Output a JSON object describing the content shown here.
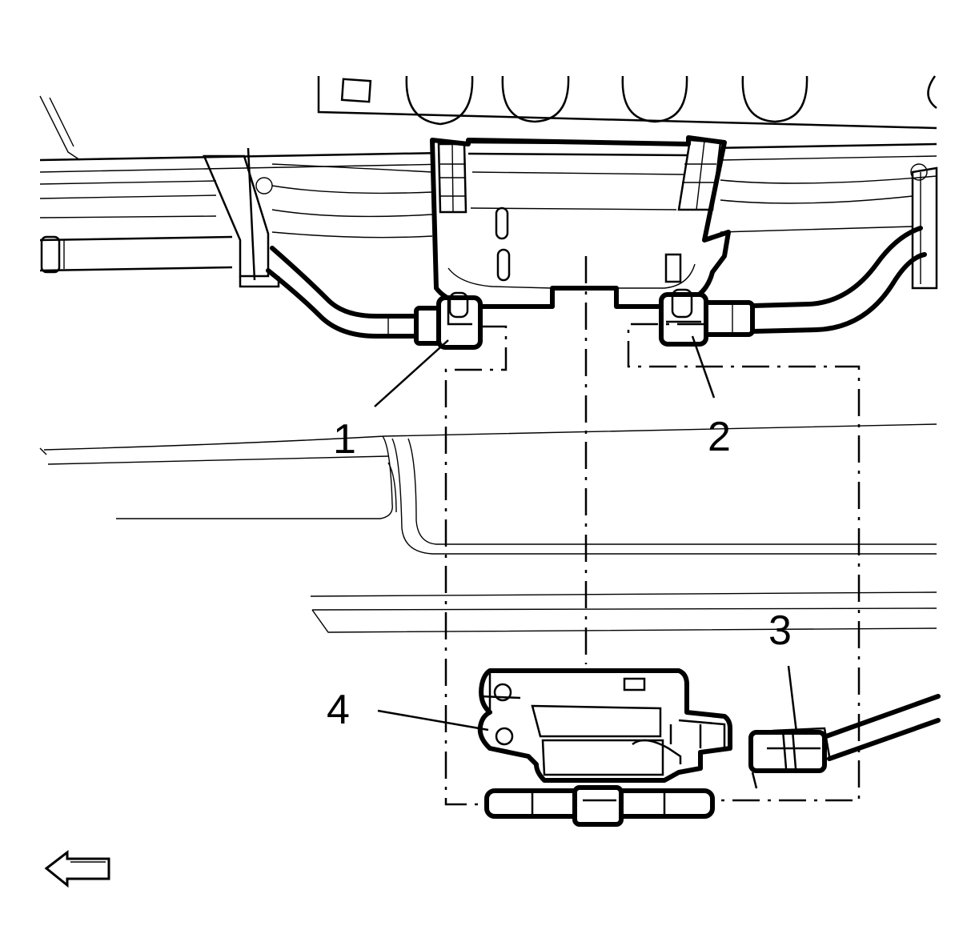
{
  "callouts": [
    {
      "id": "1",
      "label": "1"
    },
    {
      "id": "2",
      "label": "2"
    },
    {
      "id": "3",
      "label": "3"
    },
    {
      "id": "4",
      "label": "4"
    }
  ],
  "orientation_arrow": {
    "icon": "front-arrow-left-icon"
  }
}
